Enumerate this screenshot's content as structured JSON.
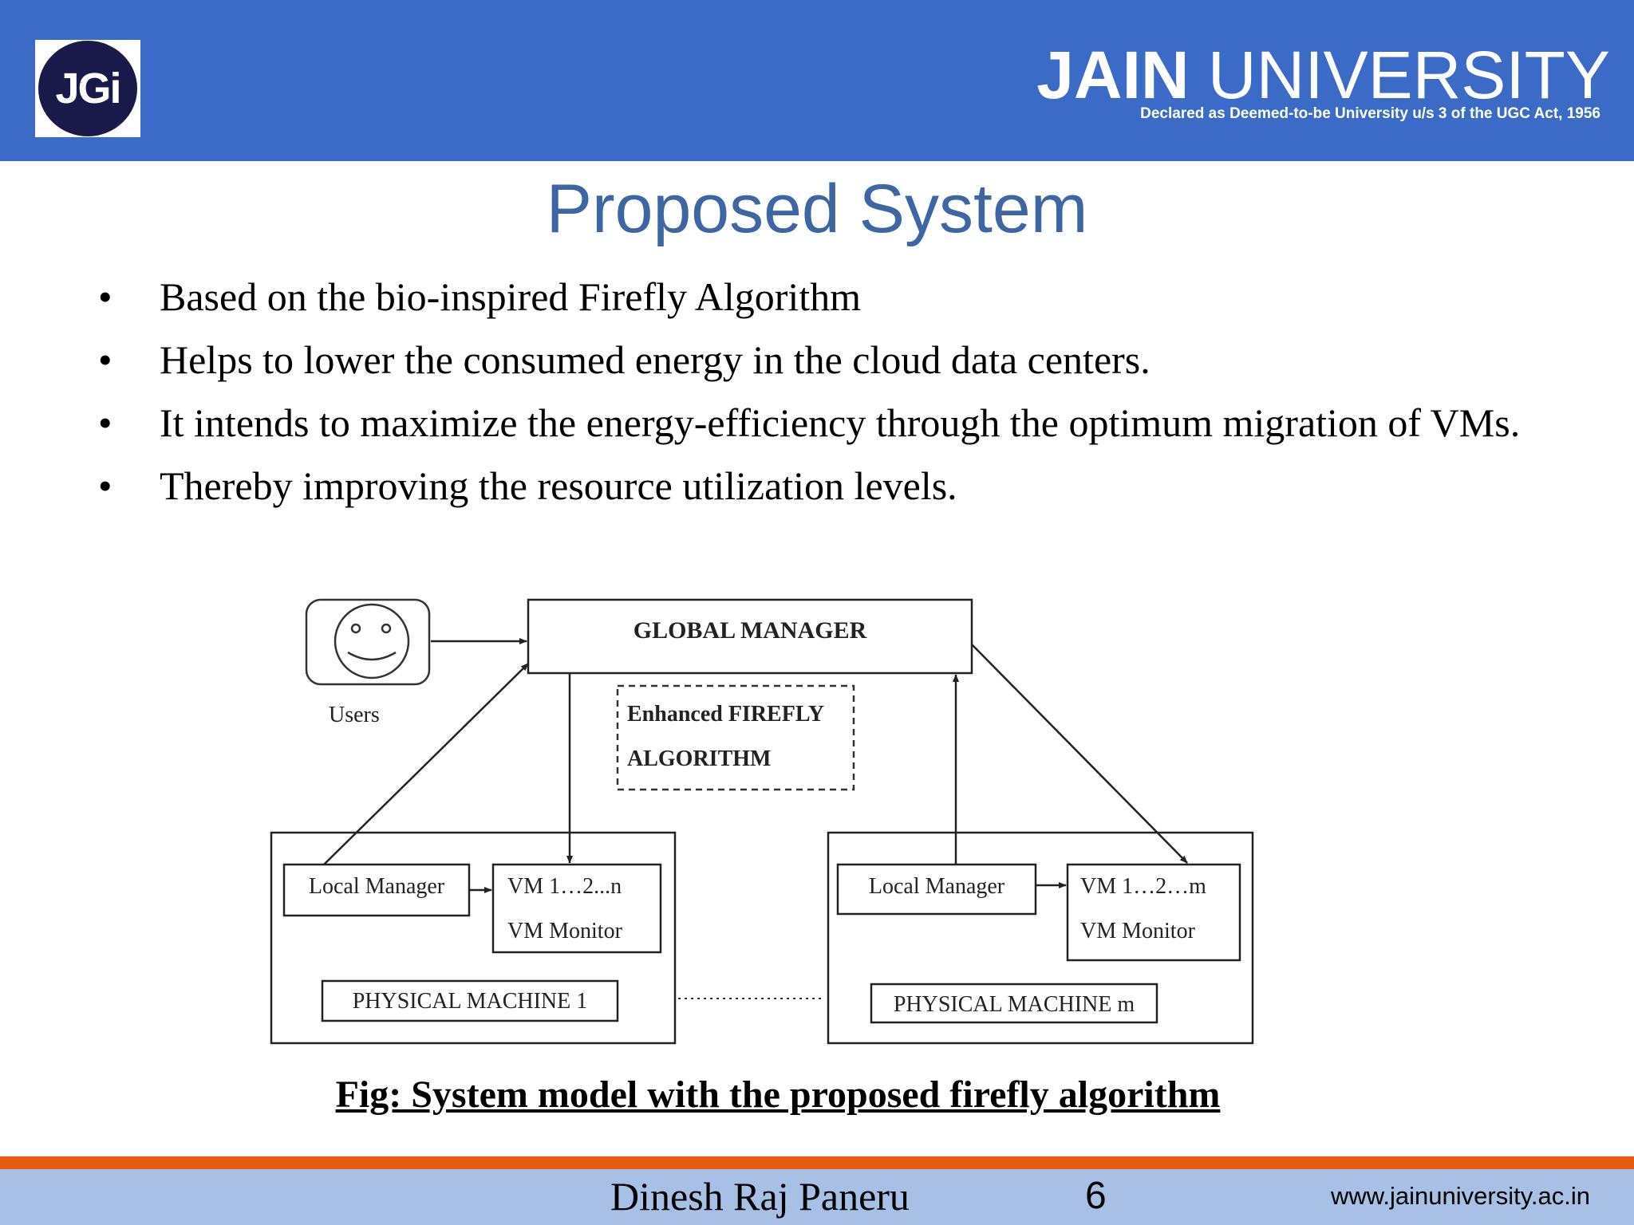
{
  "header": {
    "logo_text": "JGi",
    "university_bold": "JAIN",
    "university_rest": " UNIVERSITY",
    "tagline": "Declared as Deemed-to-be University u/s 3 of the UGC Act, 1956",
    "background_color": "#3b6bc7"
  },
  "slide": {
    "title": "Proposed System",
    "bullets": [
      "Based on the bio-inspired Firefly Algorithm",
      "Helps to lower the consumed energy in the cloud data centers.",
      "It intends to maximize the energy-efficiency through the optimum migration of VMs.",
      "Thereby improving the resource utilization levels."
    ]
  },
  "diagram": {
    "users_label": "Users",
    "global_manager": "GLOBAL  MANAGER",
    "algorithm_line1": "Enhanced FIREFLY",
    "algorithm_line2": "ALGORITHM",
    "machine_1": {
      "local_manager": "Local Manager",
      "vm_range": "VM 1…2...n",
      "vm_monitor": "VM Monitor",
      "label": "PHYSICAL MACHINE 1"
    },
    "machine_m": {
      "local_manager": "Local Manager",
      "vm_range": "VM 1…2…m",
      "vm_monitor": "VM Monitor",
      "label": "PHYSICAL MACHINE m"
    }
  },
  "caption": "Fig: System model with the proposed firefly algorithm",
  "footer": {
    "author": "Dinesh Raj Paneru",
    "page_number": "6",
    "url": "www.jainuniversity.ac.in",
    "accent_color": "#e55b0f"
  }
}
